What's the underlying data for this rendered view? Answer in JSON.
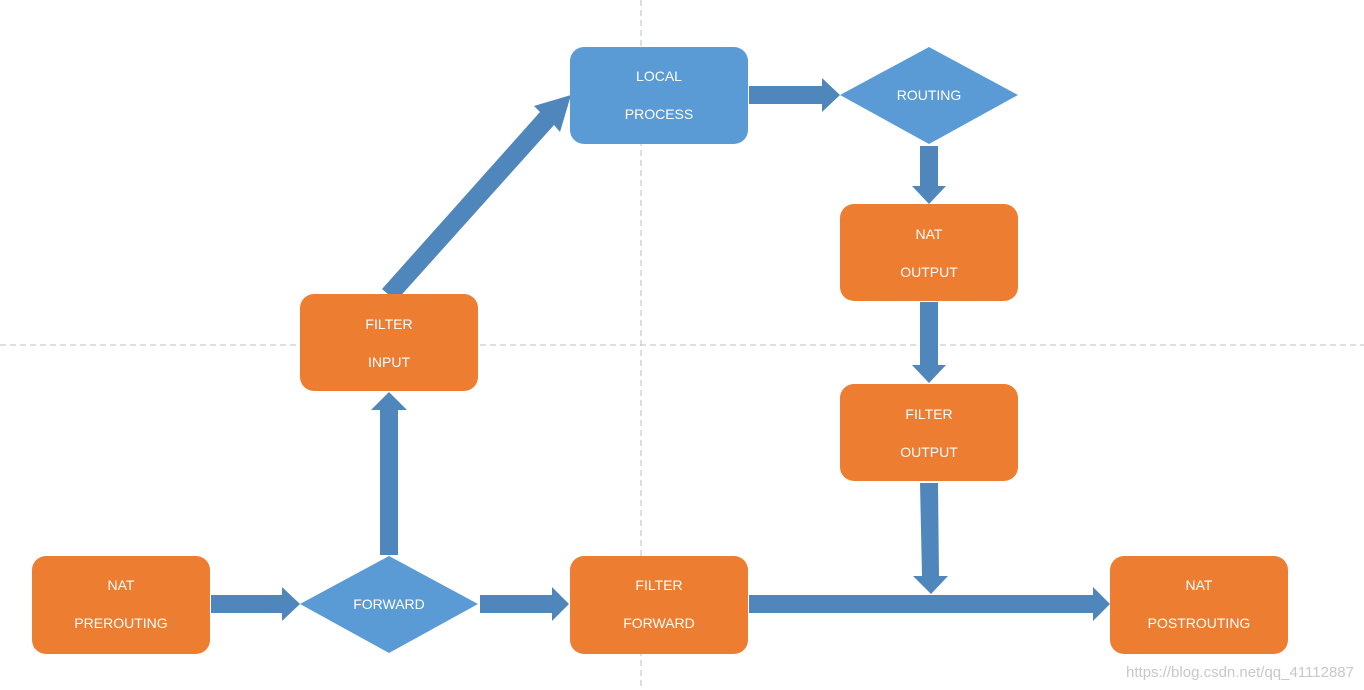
{
  "colors": {
    "process_orange": "#ED7D31",
    "process_blue": "#5B9BD5",
    "arrow_blue": "#4F86BB",
    "guide_line": "#bfbfbf",
    "text": "#ffffff",
    "watermark": "#c8c8c8"
  },
  "nodes": {
    "nat_prerouting": {
      "line1": "NAT",
      "line2": "PREROUTING"
    },
    "forward": {
      "label": "FORWARD"
    },
    "filter_forward": {
      "line1": "FILTER",
      "line2": "FORWARD"
    },
    "nat_postrouting": {
      "line1": "NAT",
      "line2": "POSTROUTING"
    },
    "filter_input": {
      "line1": "FILTER",
      "line2": "INPUT"
    },
    "local_process": {
      "line1": "LOCAL",
      "line2": "PROCESS"
    },
    "routing": {
      "label": "ROUTING"
    },
    "nat_output": {
      "line1": "NAT",
      "line2": "OUTPUT"
    },
    "filter_output": {
      "line1": "FILTER",
      "line2": "OUTPUT"
    }
  },
  "watermark": "https://blog.csdn.net/qq_41112887"
}
